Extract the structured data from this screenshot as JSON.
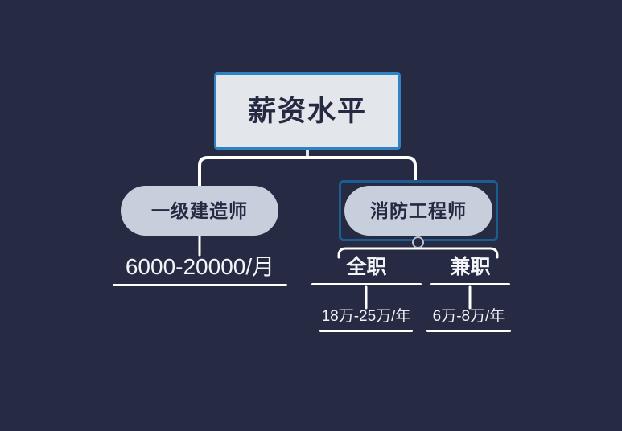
{
  "canvas": {
    "background_color": "#262a42",
    "line_color": "#ffffff",
    "accent_border_color": "#2f82c4",
    "selection_border_color": "#1d5e92",
    "node_fill_color": "#c7cfdc",
    "root_fill_color": "#e3e6eb",
    "text_dark_color": "#252a42",
    "text_light_color": "#f2f4f8"
  },
  "mindmap": {
    "root": {
      "label": "薪资水平"
    },
    "branches": [
      {
        "id": "jianzaoshi",
        "label": "一级建造师",
        "children": [
          {
            "id": "salary-month",
            "label": "6000-20000/月"
          }
        ]
      },
      {
        "id": "xiaofang",
        "label": "消防工程师",
        "selected": true,
        "children": [
          {
            "id": "fulltime",
            "label": "全职",
            "children": [
              {
                "id": "fulltime-salary",
                "label": "18万-25万/年"
              }
            ]
          },
          {
            "id": "parttime",
            "label": "兼职",
            "children": [
              {
                "id": "parttime-salary",
                "label": "6万-8万/年"
              }
            ]
          }
        ]
      }
    ]
  }
}
